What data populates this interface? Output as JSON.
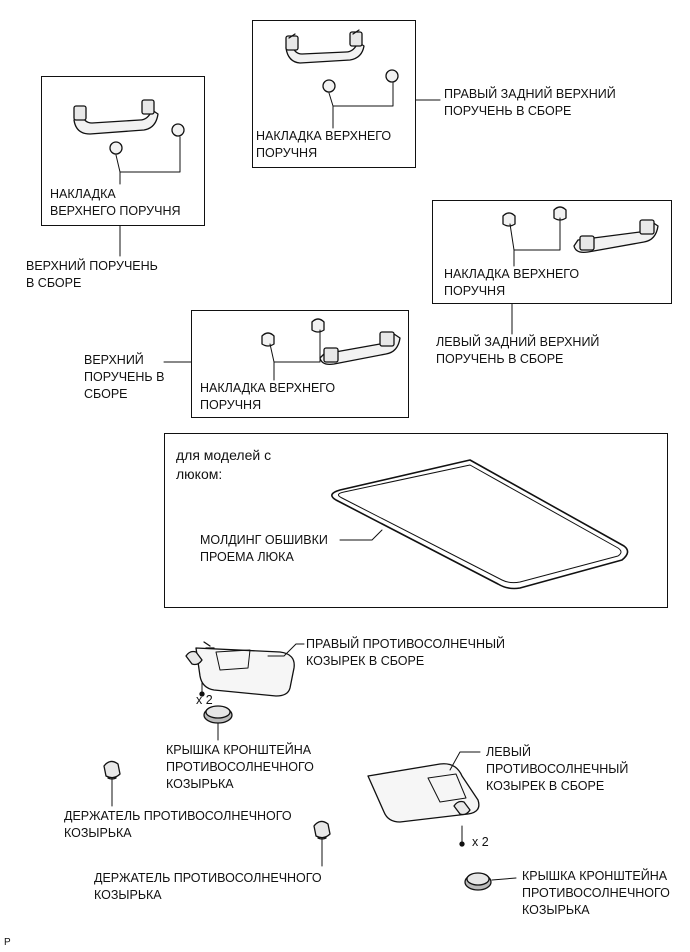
{
  "boxes": {
    "rr_handle": {
      "cover_label": [
        "НАКЛАДКА ВЕРХНЕГО",
        "ПОРУЧНЯ"
      ],
      "assy_label": [
        "ПРАВЫЙ ЗАДНИЙ ВЕРХНИЙ",
        "ПОРУЧЕНЬ В СБОРЕ"
      ]
    },
    "front_handle": {
      "cover_label": [
        "НАКЛАДКА",
        "ВЕРХНЕГО ПОРУЧНЯ"
      ],
      "assy_label": [
        "ВЕРХНИЙ ПОРУЧЕНЬ",
        "В СБОРЕ"
      ]
    },
    "lr_handle": {
      "cover_label": [
        "НАКЛАДКА ВЕРХНЕГО",
        "ПОРУЧНЯ"
      ],
      "assy_label": [
        "ЛЕВЫЙ ЗАДНИЙ ВЕРХНИЙ",
        "ПОРУЧЕНЬ В СБОРЕ"
      ]
    },
    "mid_handle": {
      "cover_label": [
        "НАКЛАДКА ВЕРХНЕГО",
        "ПОРУЧНЯ"
      ],
      "assy_label": [
        "ВЕРХНИЙ",
        "ПОРУЧЕНЬ В",
        "СБОРЕ"
      ]
    },
    "sunroof": {
      "note": [
        "для моделей с",
        "люком:"
      ],
      "molding_label": [
        "МОЛДИНГ ОБШИВКИ",
        "ПРОЕМА ЛЮКА"
      ]
    }
  },
  "visors": {
    "right_visor_label": [
      "ПРАВЫЙ ПРОТИВОСОЛНЕЧНЫЙ",
      "КОЗЫРЕК В СБОРЕ"
    ],
    "right_qty": "x 2",
    "right_cover_label": [
      "КРЫШКА КРОНШТЕЙНА",
      "ПРОТИВОСОЛНЕЧНОГО",
      "КОЗЫРЬКА"
    ],
    "holder1_label": [
      "ДЕРЖАТЕЛЬ ПРОТИВОСОЛНЕЧНОГО",
      "КОЗЫРЬКА"
    ],
    "holder2_label": [
      "ДЕРЖАТЕЛЬ ПРОТИВОСОЛНЕЧНОГО",
      "КОЗЫРЬКА"
    ],
    "left_visor_label": [
      "ЛЕВЫЙ",
      "ПРОТИВОСОЛНЕЧНЫЙ",
      "КОЗЫРЕК В СБОРЕ"
    ],
    "left_qty": "x 2",
    "left_cover_label": [
      "КРЫШКА КРОНШТЕЙНА",
      "ПРОТИВОСОЛНЕЧНОГО",
      "КОЗЫРЬКА"
    ]
  },
  "footer_mark": "P"
}
